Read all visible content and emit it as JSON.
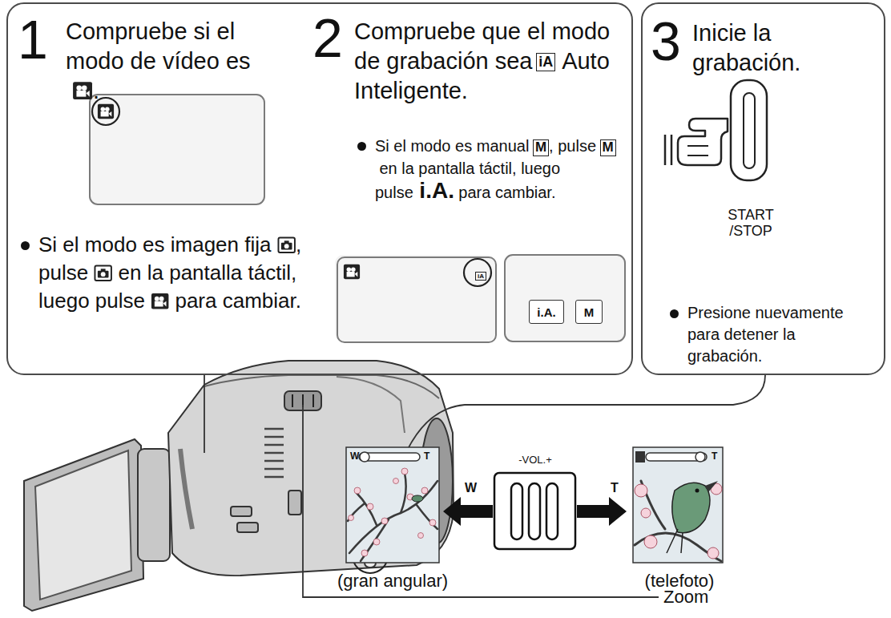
{
  "diagram": {
    "nodes": [
      {
        "text": [
          "1",
          "Compruebe si el modo de vídeo es",
          ".",
          "Si el modo es imagen fija",
          ", pulse",
          "en la pantalla táctil, luego pulse",
          "para cambiar.",
          "2",
          "Compruebe que el modo de grabación sea",
          "iA",
          "Auto Inteligente.",
          "Si el modo es manual",
          "M",
          ", pulse",
          "M",
          "en la pantalla táctil, luego pulse",
          "i.A.",
          "para cambiar."
        ]
      },
      {
        "text": [
          "iA"
        ],
        "in": 0
      },
      {
        "text": [
          "i.A."
        ],
        "in": 0
      },
      {
        "text": [
          "M"
        ],
        "in": 0
      },
      {
        "text": [
          "3",
          "Inicie la grabación.",
          "START /STOP",
          "Presione nuevamente para detener la grabación."
        ]
      }
    ],
    "labels": [
      "W",
      "T",
      "-VOL.+",
      "W",
      "T",
      "T",
      "(gran angular)",
      "(telefoto)",
      "Zoom"
    ]
  }
}
